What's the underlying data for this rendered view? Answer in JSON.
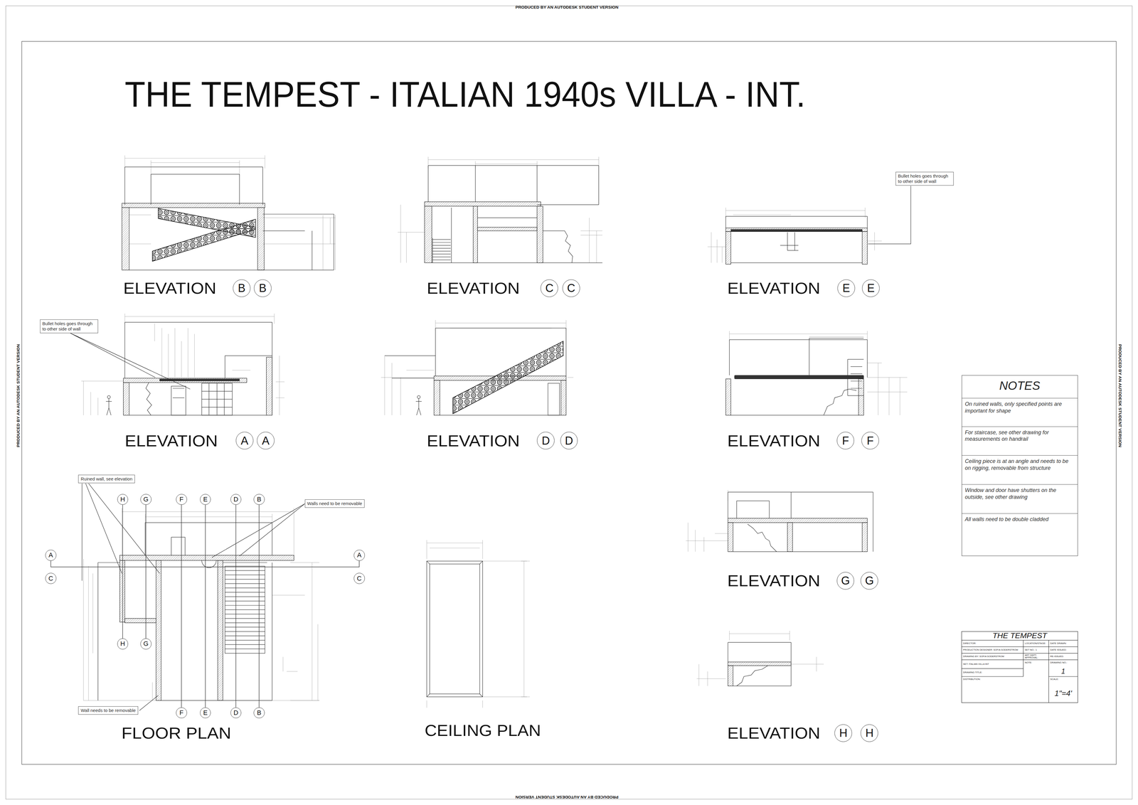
{
  "diagram": {
    "title": "THE TEMPEST - ITALIAN 1940s VILLA - INT.",
    "nodes": [
      {
        "text": [
          "Bullet holes goes through to other side of wall"
        ]
      },
      {
        "text": [
          "B"
        ]
      },
      {
        "text": [
          "B"
        ]
      },
      {
        "text": [
          "C"
        ]
      },
      {
        "text": [
          "C"
        ]
      },
      {
        "text": [
          "E"
        ]
      },
      {
        "text": [
          "E"
        ]
      },
      {
        "text": [
          "Bullet holes goes through to other side of wall"
        ]
      },
      {
        "text": [
          "A"
        ]
      },
      {
        "text": [
          "A"
        ]
      },
      {
        "text": [
          "D"
        ]
      },
      {
        "text": [
          "D"
        ]
      },
      {
        "text": [
          "F"
        ]
      },
      {
        "text": [
          "F"
        ]
      },
      {
        "text": [
          "NOTES"
        ]
      },
      {
        "text": [
          "On ruined walls, only specified points are important for shape"
        ],
        "in": 14
      },
      {
        "text": [
          "For staircase, see other drawing for measurements on handrail"
        ],
        "in": 14
      },
      {
        "text": [
          "Ceiling piece is at an angle and needs to be on rigging, removable from structure"
        ],
        "in": 14
      },
      {
        "text": [
          "Window and door have shutters on the outside, see other drawing"
        ],
        "in": 14
      },
      {
        "text": [
          "All walls need to be double cladded"
        ],
        "in": 14
      },
      {
        "text": [
          "Ruined wall, see elevation"
        ]
      },
      {
        "text": [
          "H"
        ]
      },
      {
        "text": [
          "G"
        ]
      },
      {
        "text": [
          "F"
        ]
      },
      {
        "text": [
          "E"
        ]
      },
      {
        "text": [
          "D"
        ]
      },
      {
        "text": [
          "B"
        ]
      },
      {
        "text": [
          "Walls need to be removable"
        ]
      },
      {
        "text": [
          "A"
        ]
      },
      {
        "text": [
          "A"
        ]
      },
      {
        "text": [
          "C"
        ]
      },
      {
        "text": [
          "C"
        ]
      },
      {
        "text": [
          "G"
        ]
      },
      {
        "text": [
          "G"
        ]
      },
      {
        "text": [
          "H"
        ]
      },
      {
        "text": [
          "G"
        ]
      },
      {
        "text": [
          "Wall needs to be removable"
        ]
      },
      {
        "text": [
          "F"
        ]
      },
      {
        "text": [
          "E"
        ]
      },
      {
        "text": [
          "D"
        ]
      },
      {
        "text": [
          "B"
        ]
      },
      {
        "text": [
          "H"
        ]
      },
      {
        "text": [
          "H"
        ]
      }
    ],
    "edges": [
      {
        "from": 21,
        "to": 34,
        "arrow": "none"
      },
      {
        "from": 22,
        "to": 35,
        "arrow": "none"
      },
      {
        "from": 23,
        "to": 37,
        "arrow": "none"
      },
      {
        "from": 24,
        "to": 38,
        "arrow": "none"
      },
      {
        "from": 25,
        "to": 39,
        "arrow": "none"
      },
      {
        "from": 26,
        "to": 40,
        "arrow": "none"
      },
      {
        "from": 28,
        "to": 29,
        "arrow": "none"
      }
    ],
    "labels": [
      "PRODUCED BY AN AUTODESK STUDENT VERSION",
      "PRODUCED BY AN AUTODESK STUDENT VERSION",
      "PRODUCED BY AN AUTODESK STUDENT VERSION",
      "PRODUCED BY AN AUTODESK STUDENT VERSION",
      "ELEVATION",
      "ELEVATION",
      "ELEVATION",
      "ELEVATION",
      "ELEVATION",
      "ELEVATION",
      "ELEVATION",
      "FLOOR PLAN",
      "CEILING PLAN",
      "ELEVATION",
      "THE TEMPEST",
      "DIRECTOR:",
      "LOCATION/STAGE:",
      "DATE DRAWN:",
      "PRODUCTION DESIGNER: SOFIA SODERSTROM",
      "SET NO.: 1",
      "DATE ISSUED:",
      "DRAWING BY: SOFIA SODERSTROM",
      "ART DEPT. APPROVAL:",
      "RE-ISSUED:",
      "SET: ITALIAN VILLA INT",
      "NOTE:",
      "DRAWING NO.:",
      "1",
      "DRAWING TITLE:",
      "DISTRIBUTION:",
      "SCALE:",
      "1\"=4'"
    ]
  }
}
